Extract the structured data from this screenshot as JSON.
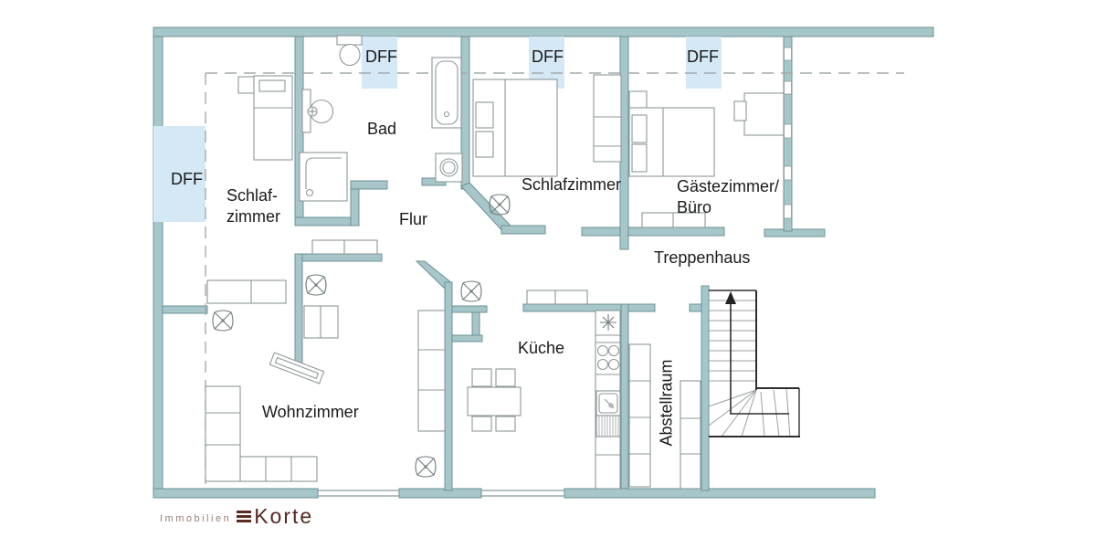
{
  "plan": {
    "rooms": {
      "schlafzimmer_left": {
        "line1": "Schlaf-",
        "line2": "zimmer"
      },
      "bad": "Bad",
      "flur": "Flur",
      "schlafzimmer": "Schlafzimmer",
      "gaestezimmer": {
        "line1": "Gästezimmer/",
        "line2": "Büro"
      },
      "treppenhaus": "Treppenhaus",
      "kueche": "Küche",
      "wohnzimmer": "Wohnzimmer",
      "abstellraum": "Abstellraum"
    },
    "skylights": {
      "left": "DFF",
      "bad": "DFF",
      "schlafzimmer": "DFF",
      "gaestezimmer": "DFF"
    },
    "colors": {
      "wall_fill": "#a6c6c9",
      "wall_stroke": "#6d9396",
      "skylight_fill": "#d4e8f5",
      "furniture_stroke": "#8d9899",
      "dashed_line": "#a3abab",
      "stair_dark": "#2e2e2e",
      "text": "#1a1a1a",
      "logo_accent": "#5d2a22",
      "logo_muted": "#9b8173"
    }
  },
  "branding": {
    "prefix": "Immobilien",
    "name": "Korte"
  }
}
